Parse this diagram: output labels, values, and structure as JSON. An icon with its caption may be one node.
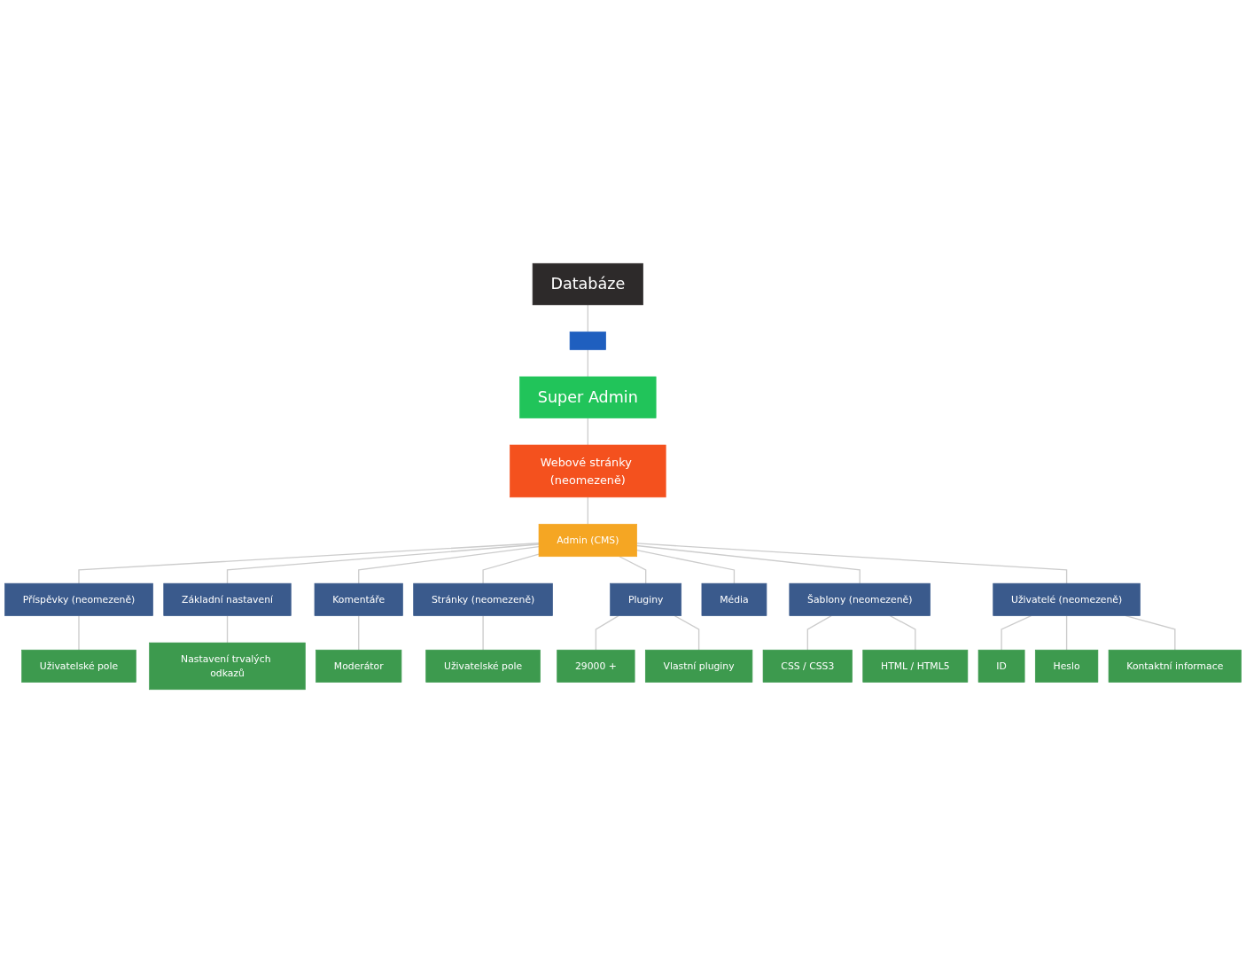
{
  "diagram": {
    "nodes": [
      {
        "text": [
          "Databáze"
        ]
      },
      {
        "text": [],
        "shape": "box"
      },
      {
        "text": [
          "Super Admin"
        ]
      },
      {
        "text": [
          "Webové stránky (neomezeně)"
        ]
      },
      {
        "text": [
          "Základní nastavení"
        ]
      },
      {
        "text": [
          "Příspěvky (neomezeně)"
        ]
      },
      {
        "text": [
          "Nastavení trvalých odkazů"
        ]
      },
      {
        "text": [
          "Uživatelské pole"
        ]
      },
      {
        "text": [
          "Moderátor"
        ]
      },
      {
        "text": [
          "Admin (CMS)"
        ]
      },
      {
        "text": [
          "Komentáře"
        ]
      },
      {
        "text": [
          "ID"
        ]
      },
      {
        "text": [
          "Stránky (neomezeně)"
        ]
      },
      {
        "text": [
          "Uživatelé (neomezeně)"
        ]
      },
      {
        "text": [
          "Heslo"
        ]
      },
      {
        "text": [
          "Uživatelské pole"
        ]
      },
      {
        "text": [
          "Média"
        ]
      },
      {
        "text": [
          "Kontaktní informace"
        ]
      },
      {
        "text": [
          "Šablony (neomezeně)"
        ]
      },
      {
        "text": [
          "Pluginy"
        ]
      },
      {
        "text": [
          "HTML / HTML5"
        ]
      },
      {
        "text": [
          "29000 +"
        ]
      },
      {
        "text": [
          "CSS / CSS3"
        ]
      },
      {
        "text": [
          "Vlastní pluginy"
        ]
      }
    ],
    "edges": [
      {
        "from": 0,
        "to": 1,
        "arrow": "none"
      },
      {
        "from": 1,
        "to": 2,
        "arrow": "none"
      },
      {
        "from": 2,
        "to": 3,
        "arrow": "none"
      },
      {
        "from": 3,
        "to": 9,
        "arrow": "none"
      },
      {
        "from": 9,
        "to": 5,
        "arrow": "none"
      },
      {
        "from": 5,
        "to": 7,
        "arrow": "none"
      },
      {
        "from": 9,
        "to": 4,
        "arrow": "none"
      },
      {
        "from": 4,
        "to": 6,
        "arrow": "none"
      },
      {
        "from": 9,
        "to": 10,
        "arrow": "none"
      },
      {
        "from": 10,
        "to": 8,
        "arrow": "none"
      },
      {
        "from": 9,
        "to": 12,
        "arrow": "none"
      },
      {
        "from": 12,
        "to": 15,
        "arrow": "none"
      },
      {
        "from": 9,
        "to": 16,
        "arrow": "none"
      },
      {
        "from": 9,
        "to": 19,
        "arrow": "none"
      },
      {
        "from": 19,
        "to": 21,
        "arrow": "none"
      },
      {
        "from": 19,
        "to": 23,
        "arrow": "none"
      },
      {
        "from": 9,
        "to": 18,
        "arrow": "none"
      },
      {
        "from": 18,
        "to": 22,
        "arrow": "none"
      },
      {
        "from": 18,
        "to": 20,
        "arrow": "none"
      },
      {
        "from": 9,
        "to": 13,
        "arrow": "none"
      },
      {
        "from": 13,
        "to": 11,
        "arrow": "none"
      },
      {
        "from": 13,
        "to": 14,
        "arrow": "none"
      },
      {
        "from": 13,
        "to": 17,
        "arrow": "none"
      }
    ]
  }
}
